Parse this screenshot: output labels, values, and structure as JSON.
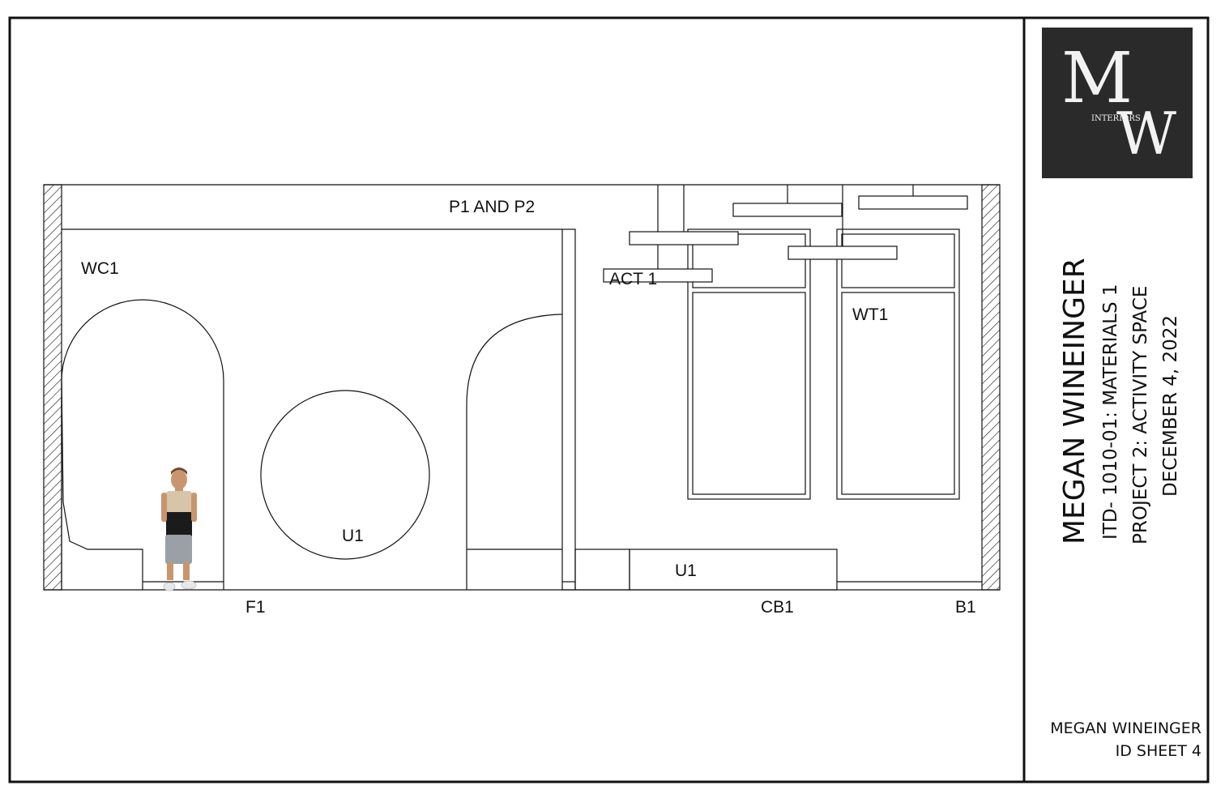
{
  "labels": {
    "p1_and_p2": "P1 AND P2",
    "wc1": "WC1",
    "act1": "ACT 1",
    "wt1": "WT1",
    "u1_round": "U1",
    "u1_bench": "U1",
    "f1": "F1",
    "cb1": "CB1",
    "b1": "B1"
  },
  "title_block": {
    "logo": {
      "letter_m": "M",
      "letter_w": "W",
      "word": "INTERIORS"
    },
    "designer": "MEGAN WINEINGER",
    "course": "ITD- 1010-01: MATERIALS 1",
    "project": "PROJECT 2: ACTIVITY SPACE",
    "date": "DECEMBER 4, 2022",
    "footer_name": "MEGAN WINEINGER",
    "sheet": "ID SHEET 4"
  },
  "colors": {
    "line": "#111111",
    "logo_bg": "#2a2a2a",
    "logo_text": "#f2f2f2",
    "shirt_top": "#d8c4a8",
    "shirt_bottom": "#1b1b1b",
    "shorts": "#9aa0a6"
  },
  "figure": {
    "icon": "child-figure"
  }
}
